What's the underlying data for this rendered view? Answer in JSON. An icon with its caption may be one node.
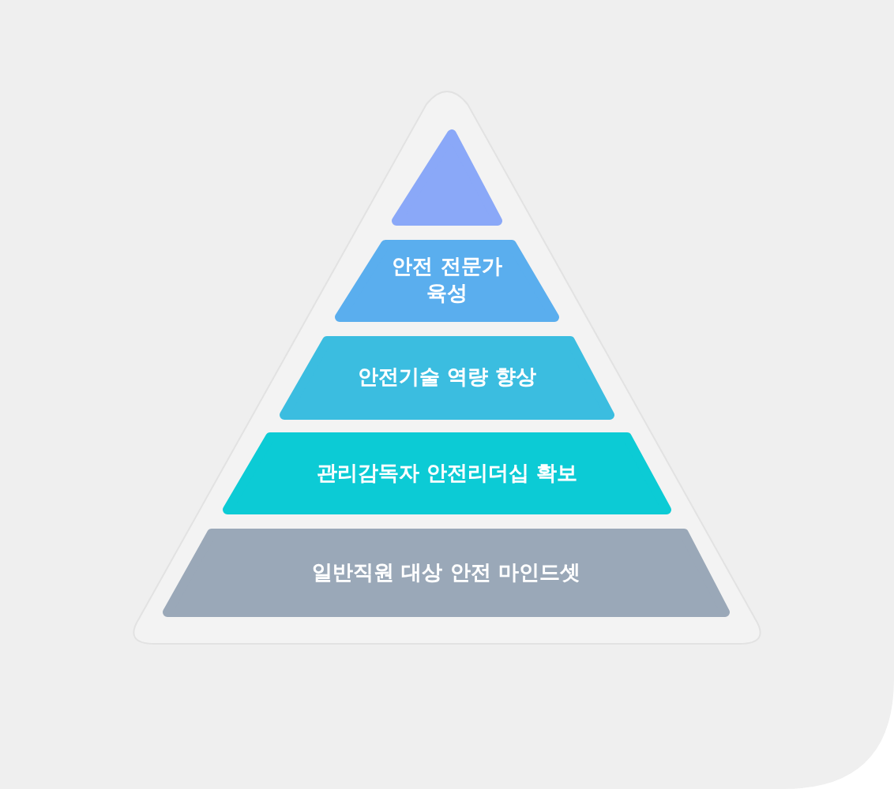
{
  "diagram": {
    "nodes": [
      {
        "text": [],
        "shape": "triangle"
      },
      {
        "text": [
          "안전 전문가 육성"
        ]
      },
      {
        "text": [
          "안전기술 역량 향상"
        ]
      },
      {
        "text": [
          "관리감독자 안전리더십 확보"
        ]
      },
      {
        "text": [
          "일반직원 대상 안전 마인드셋"
        ]
      }
    ]
  }
}
